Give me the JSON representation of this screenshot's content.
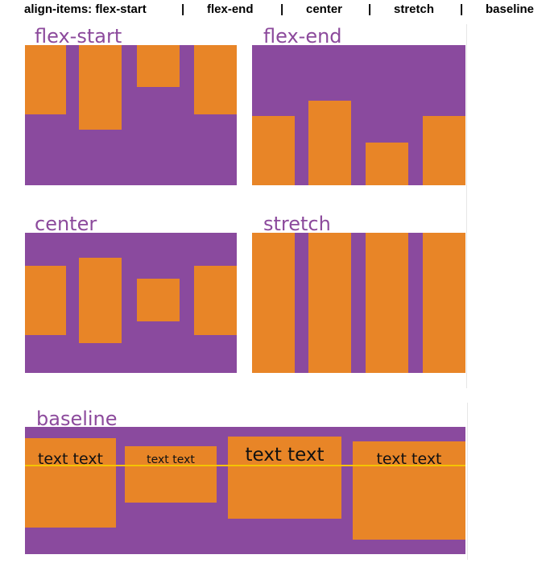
{
  "header": {
    "p1": "align-items: flex-start",
    "sep1": "|",
    "p2": "flex-end",
    "sep2": "|",
    "p3": "center",
    "sep3": "|",
    "p4": "stretch",
    "sep4": "|",
    "p5": "baseline"
  },
  "panels": {
    "flex_start": "flex-start",
    "flex_end": "flex-end",
    "center": "center",
    "stretch": "stretch",
    "baseline": "baseline"
  },
  "baseline_items": [
    "text text",
    "text text",
    "text text",
    "text text"
  ],
  "colors": {
    "container": "#8a4a9e",
    "item": "#e88527",
    "title": "#8c4a9c",
    "baseline_guide": "#f5c400"
  }
}
